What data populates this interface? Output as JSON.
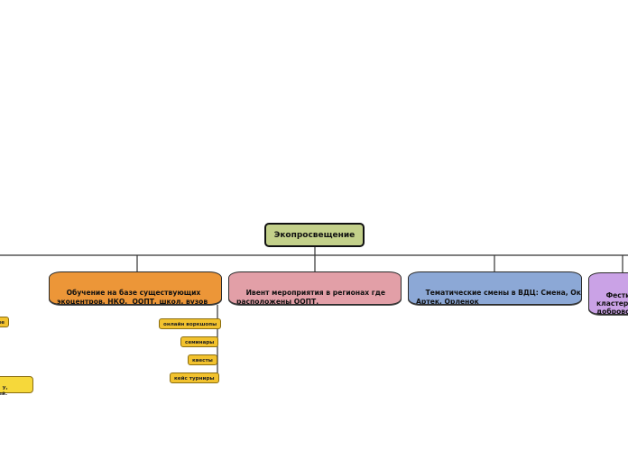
{
  "root": {
    "label": "Экопросвещение"
  },
  "branches": [
    {
      "label": "Обучение на базе существующих\nэкоцентров, НКО,  ООПТ, школ, вузов"
    },
    {
      "label": "Ивент мероприятия в регионах где\nрасположены ООПТ."
    },
    {
      "label": "Тематические смены в ВДЦ: Смена, Океан,\nАртек, Орленок"
    },
    {
      "label": "Фестивал\nкластеры\nдоброволь"
    }
  ],
  "leaves": [
    {
      "label": "онлайн воркшопы"
    },
    {
      "label": "семинары"
    },
    {
      "label": "квесты"
    },
    {
      "label": "кейс турниры"
    }
  ],
  "left_fragments": [
    {
      "label": "ие"
    },
    {
      "label": "у,\nтей."
    }
  ],
  "colors": {
    "root": "#c3d08a",
    "branch_orange": "#ec9638",
    "branch_pink": "#e29fa7",
    "branch_blue": "#8ca8d6",
    "branch_purple": "#caa2e6",
    "leaf_yellow": "#f2c22e"
  }
}
